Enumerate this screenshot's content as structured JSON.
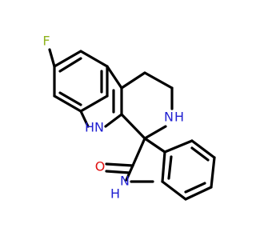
{
  "molecule": {
    "atoms": {
      "fluorine": "F",
      "indole_nh": {
        "element": "N",
        "hydrogen": "H"
      },
      "amine_nh": {
        "element": "N",
        "hydrogen": "H"
      },
      "lactam_nh": {
        "element": "N",
        "hydrogen": "H"
      },
      "carbonyl_o": "O"
    },
    "colors": {
      "bond": "#000000",
      "fluorine": "#8FB31F",
      "nitrogen": "#1F1FD1",
      "oxygen": "#E01010"
    }
  }
}
